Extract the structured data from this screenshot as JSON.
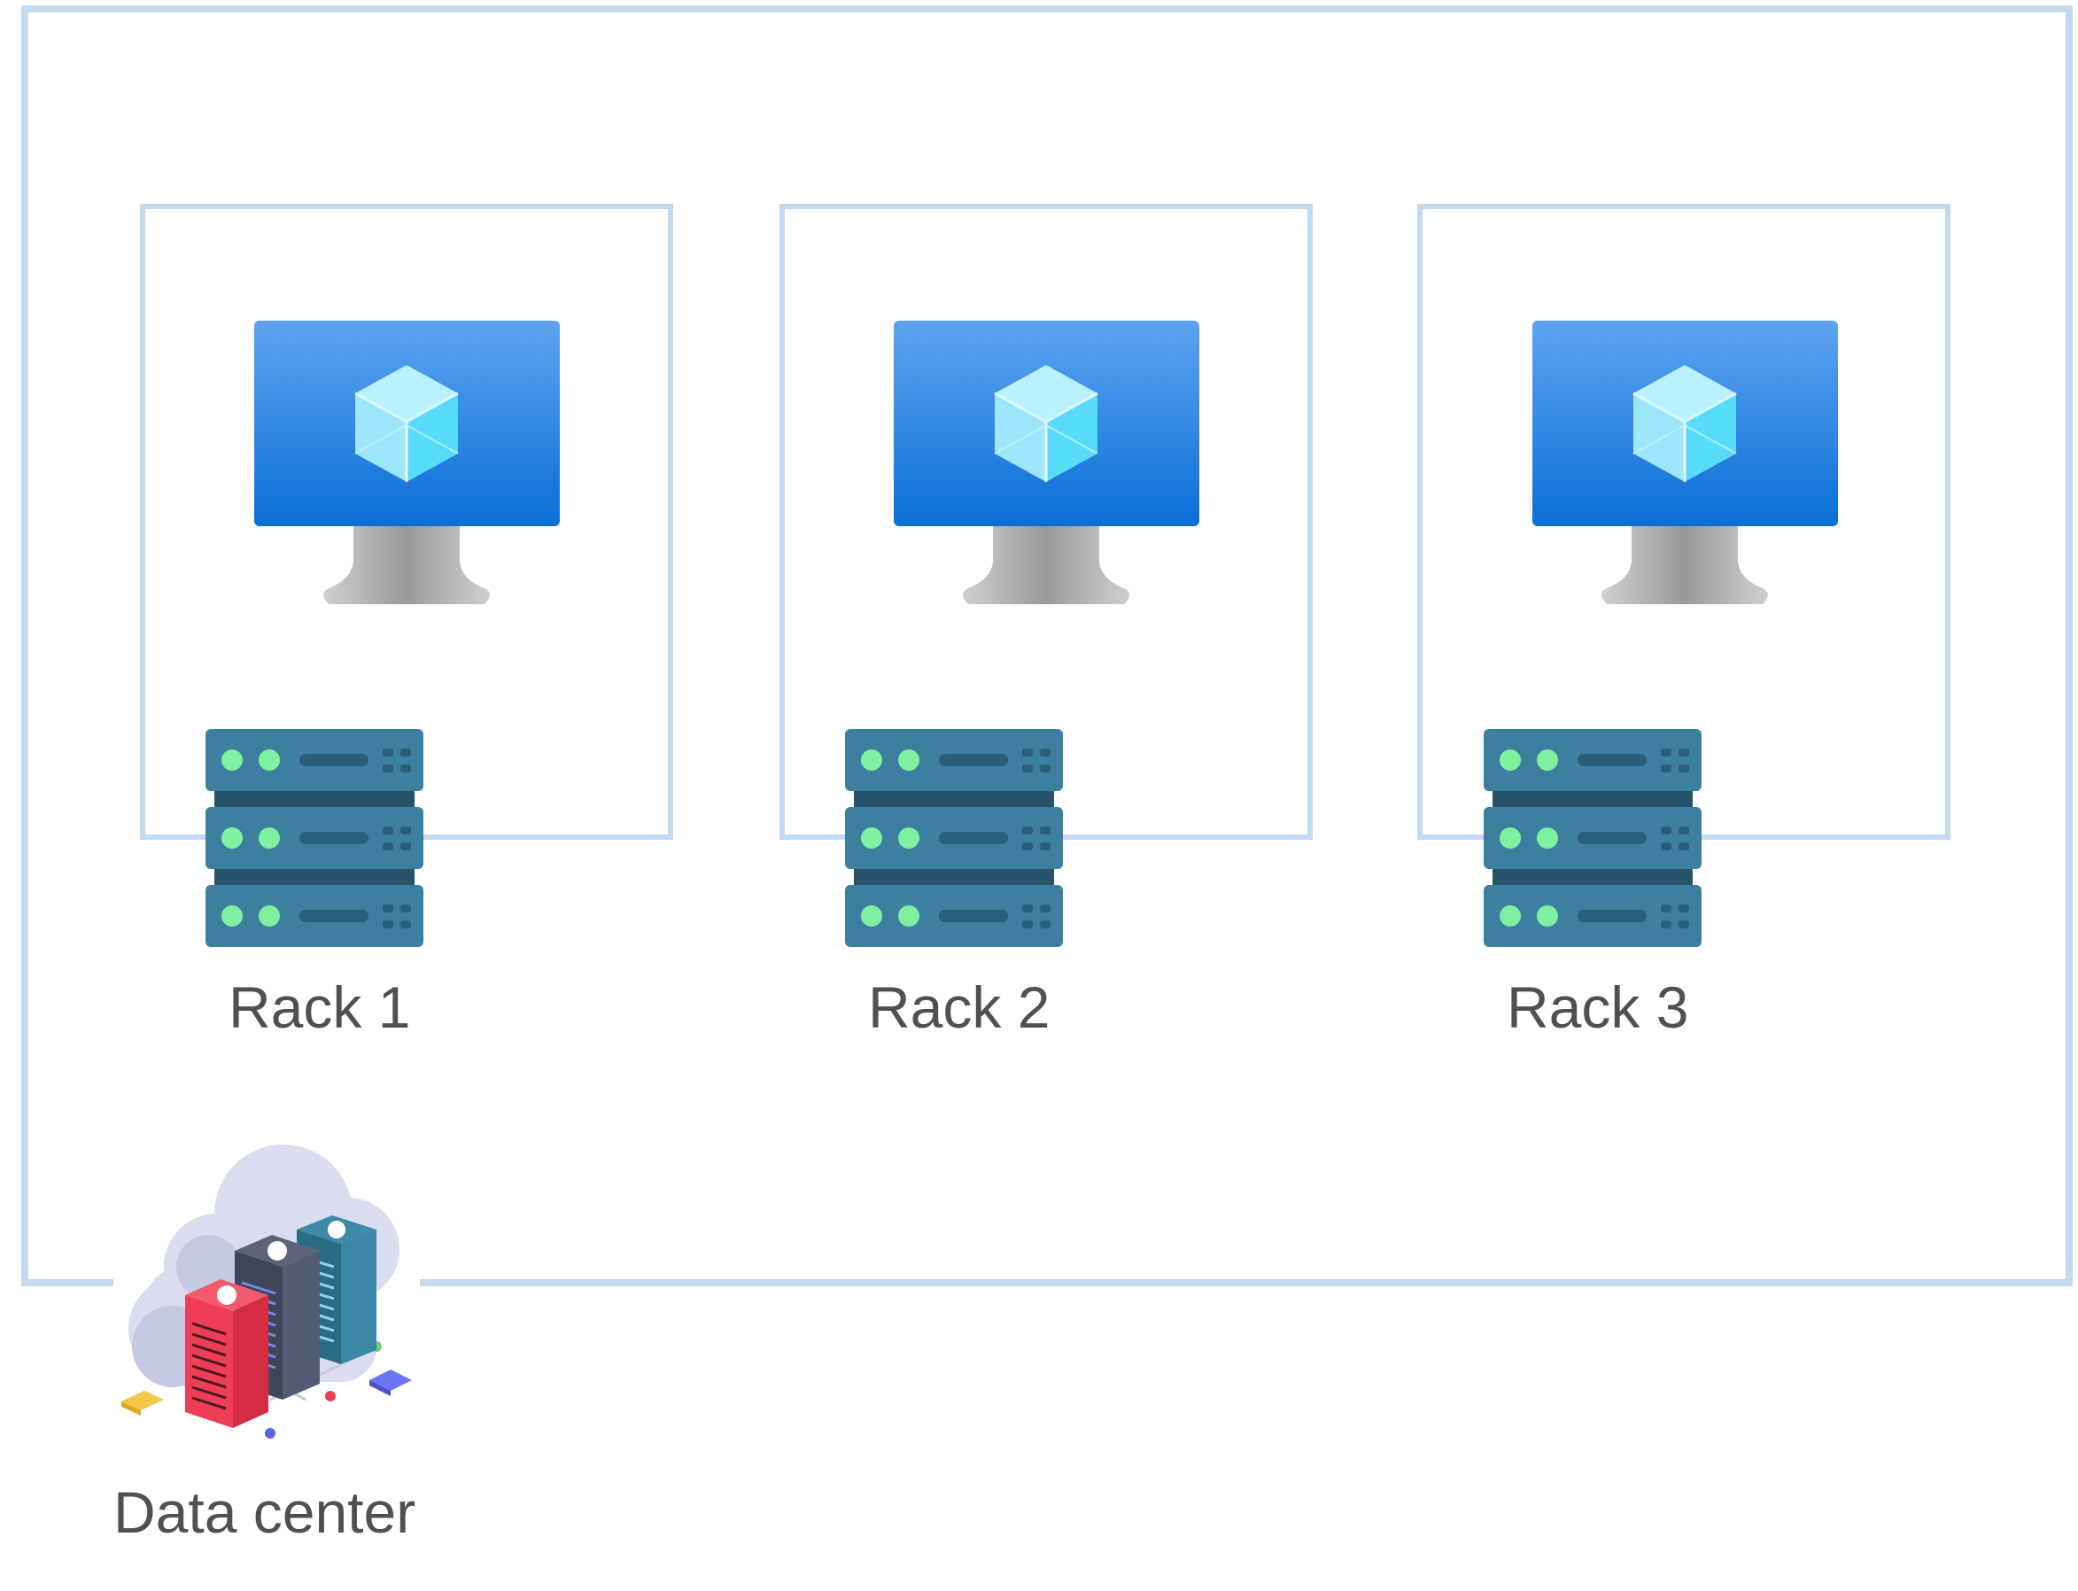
{
  "diagram": {
    "container": {
      "label": "Data center",
      "icon": "data-center-cloud-icon"
    },
    "racks": [
      {
        "label": "Rack 1",
        "vm_icon": "virtual-machine-icon",
        "server_icon": "server-rack-icon"
      },
      {
        "label": "Rack 2",
        "vm_icon": "virtual-machine-icon",
        "server_icon": "server-rack-icon"
      },
      {
        "label": "Rack 3",
        "vm_icon": "virtual-machine-icon",
        "server_icon": "server-rack-icon"
      }
    ]
  },
  "colors": {
    "frame": "#c3d9ee",
    "monitor_blue": "#2f86dd",
    "server_teal": "#3d7f9f",
    "server_led": "#7ef0a0",
    "label_text": "#505050",
    "dc_red": "#ee3d55",
    "dc_dark": "#3e4658",
    "dc_teal": "#2c6b86",
    "dc_cloud": "#dadcef"
  }
}
